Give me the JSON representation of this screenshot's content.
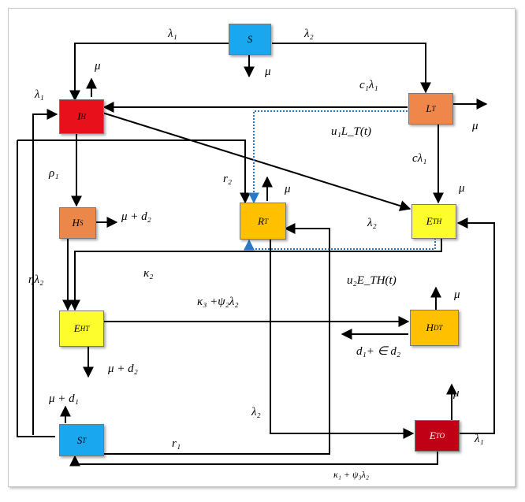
{
  "colors": {
    "S": "#19a8f0",
    "I_H": "#e8101a",
    "L_T": "#f0874a",
    "H_S": "#ec874a",
    "R_T": "#ffc000",
    "E_TH": "#fdfc2c",
    "E_HT": "#fdfc2c",
    "H_DT": "#ffc000",
    "S_T": "#19a8f0",
    "E_TO": "#c00015",
    "dotted": "#2a78c8"
  },
  "nodes": {
    "S": {
      "main": "S",
      "sub": ""
    },
    "I_H": {
      "main": "I",
      "sub": "H"
    },
    "L_T": {
      "main": "L",
      "sub": "T"
    },
    "H_S": {
      "main": "H",
      "sub": "S"
    },
    "R_T": {
      "main": "R",
      "sub": "T"
    },
    "E_TH": {
      "main": "E",
      "sub": "TH"
    },
    "E_HT": {
      "main": "E",
      "sub": "HT"
    },
    "H_DT": {
      "main": "H",
      "sub": "DT"
    },
    "S_T": {
      "main": "S",
      "sub": "T"
    },
    "E_TO": {
      "main": "E",
      "sub": "TO"
    }
  },
  "labels": {
    "lambda1_top": "λ₁",
    "lambda2_top": "λ₂",
    "mu_S": "μ",
    "mu_IH": "μ",
    "lambda1_left": "λ₁",
    "c1lambda1": "c₁λ₁",
    "mu_LT": "μ",
    "u1LT": "u₁L_T(t)",
    "clambda1": "cλ₁",
    "rho1": "ρ₁",
    "r2": "r₂",
    "mu_RT": "μ",
    "mu_ETH": "μ",
    "mu_d2_HS": "μ + d₂",
    "lambda2_mid": "λ₂",
    "etalambda2": "ηλ₂",
    "kappa2": "κ₂",
    "u2ETH": "u₂E_TH(t)",
    "mu_HDT": "μ",
    "kappa3psi2": "κ₃ +ψ₂λ₂",
    "d1ed2": "d₁+ ∈ d₂",
    "mu_d2_EHT": "μ + d₂",
    "mu_d1_ST": "μ + d₁",
    "lambda2_low": "λ₂",
    "mu_ETO": "μ",
    "r1": "r₁",
    "lambda1_ETO": "λ₁",
    "kappa1psi3": "κ₁ + ψ₃λ₂"
  }
}
